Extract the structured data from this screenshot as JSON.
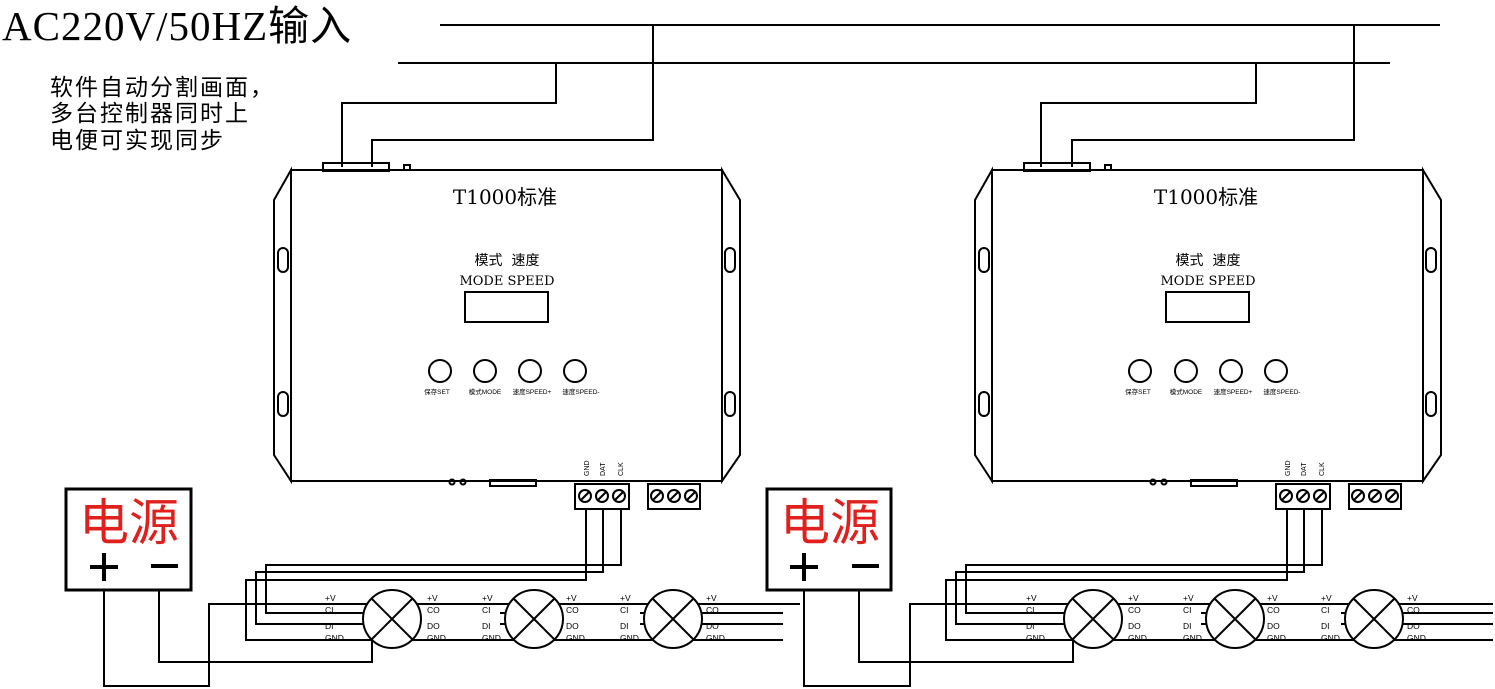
{
  "header": {
    "input_label": "AC220V/50HZ输入",
    "note_lines": [
      "软件自动分割画面，",
      "多台控制器同时上",
      "电便可实现同步"
    ]
  },
  "controller": {
    "title": "T1000标准",
    "display_label_cn": "模式  速度",
    "display_label_en": "MODE SPEED",
    "buttons": [
      "保存SET",
      "模式MODE",
      "速度SPEED+",
      "速度SPEED-"
    ],
    "terminals": [
      "GND",
      "DAT",
      "CLK"
    ]
  },
  "power_supply": {
    "label": "电源",
    "plus": "+",
    "minus": "−"
  },
  "led_pins_in": [
    "+V",
    "CI",
    "DI",
    "GND"
  ],
  "led_pins_out": [
    "+V",
    "CO",
    "DO",
    "GND"
  ],
  "colors": {
    "power_label": "#e0201c",
    "line": "#000000"
  }
}
